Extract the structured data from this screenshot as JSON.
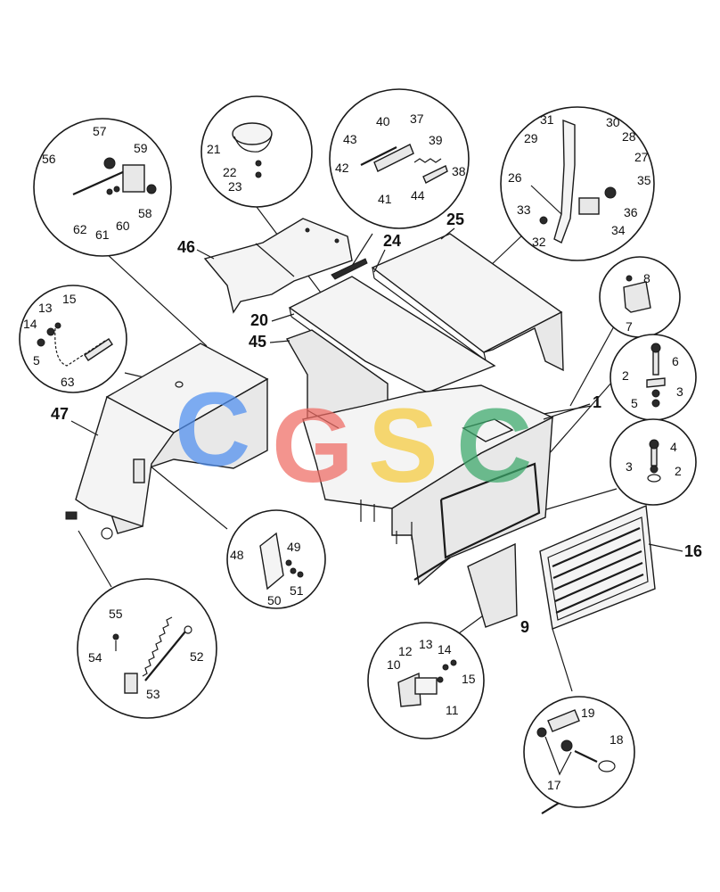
{
  "watermark": {
    "letters": [
      "C",
      "G",
      "S",
      "C"
    ],
    "colors": [
      "#4f8ff0",
      "#ef6b63",
      "#f6cb3c",
      "#3aa86a"
    ]
  },
  "callouts": {
    "c1": [
      "56",
      "57",
      "59",
      "62",
      "61",
      "60",
      "58"
    ],
    "c2": [
      "21",
      "22",
      "23"
    ],
    "c3": [
      "40",
      "37",
      "43",
      "39",
      "42",
      "38",
      "41",
      "44"
    ],
    "c4": [
      "31",
      "30",
      "29",
      "28",
      "27",
      "26",
      "35",
      "33",
      "36",
      "32",
      "34"
    ],
    "c5": [
      "15",
      "13",
      "14",
      "5",
      "63"
    ],
    "c6": [
      "8",
      "7"
    ],
    "c7": [
      "6",
      "2",
      "3",
      "5"
    ],
    "c8": [
      "4",
      "3",
      "2"
    ],
    "c9": [
      "48",
      "49",
      "50",
      "51"
    ],
    "c10": [
      "55",
      "54",
      "52",
      "53"
    ],
    "c11": [
      "12",
      "13",
      "14",
      "10",
      "15",
      "11"
    ],
    "c12": [
      "19",
      "18",
      "17"
    ]
  },
  "main_labels": {
    "l46": "46",
    "l24": "24",
    "l25": "25",
    "l20": "20",
    "l45": "45",
    "l47": "47",
    "l1": "1",
    "l16": "16",
    "l9": "9"
  }
}
